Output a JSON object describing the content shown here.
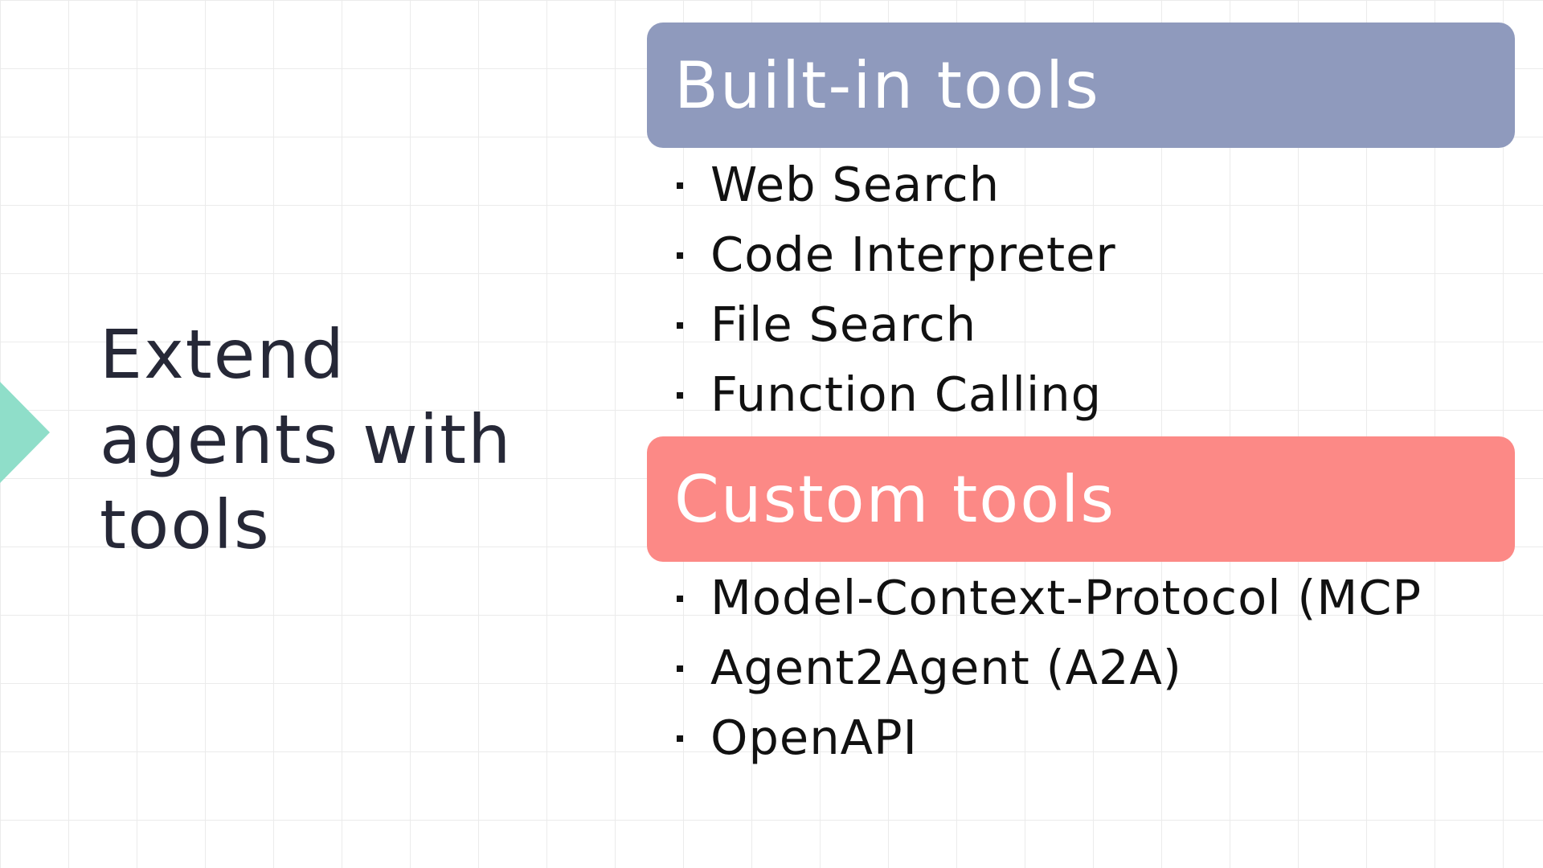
{
  "slide": {
    "headline": "Extend agents with tools",
    "colors": {
      "arrow": "#8fdec9",
      "builtin_header": "#8f9abd",
      "custom_header": "#fc8986",
      "headline_text": "#262837",
      "grid": "#ebebeb"
    },
    "sections": [
      {
        "title": "Built-in tools",
        "items": [
          "Web Search",
          "Code Interpreter",
          "File Search",
          "Function Calling"
        ]
      },
      {
        "title": "Custom tools",
        "items": [
          "Model-Context-Protocol (MCP",
          "Agent2Agent (A2A)",
          "OpenAPI"
        ]
      }
    ]
  }
}
